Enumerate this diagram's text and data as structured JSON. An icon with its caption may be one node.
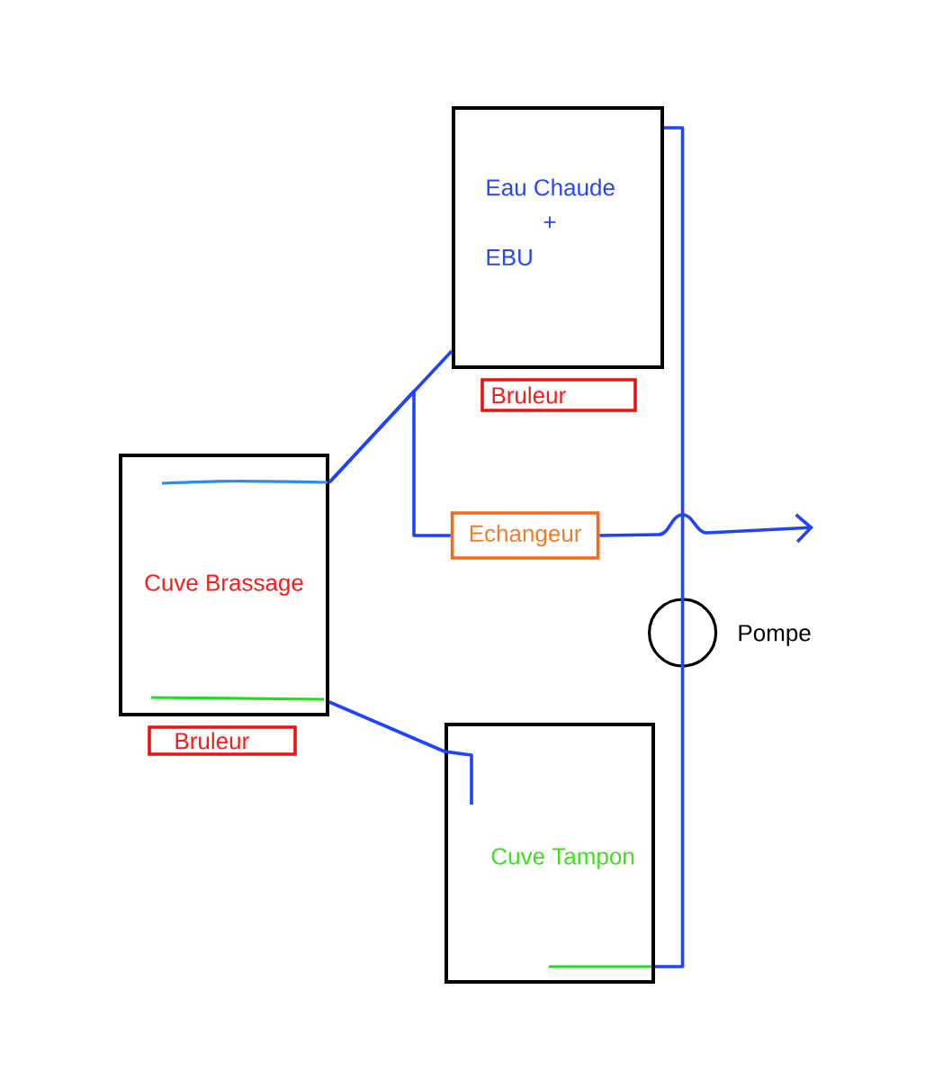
{
  "diagram": {
    "nodes": [
      {
        "text": [
          "Eau Chaude",
          "+",
          "EBU"
        ]
      },
      {
        "text": [
          "Bruleur"
        ]
      },
      {
        "text": [
          "Cuve Brassage"
        ]
      },
      {
        "text": [
          "Bruleur"
        ]
      },
      {
        "text": [
          "Echangeur"
        ]
      },
      {
        "text": [
          "Cuve Tampon"
        ]
      },
      {
        "text": [],
        "shape": "circle",
        "beside": [
          "Pompe"
        ]
      }
    ],
    "edges": [
      {
        "from": 2,
        "to": 0,
        "arrow": "none"
      },
      {
        "from": 2,
        "to": 4,
        "arrow": "none"
      },
      {
        "from": 4,
        "to": null,
        "arrow": "to"
      },
      {
        "from": 2,
        "to": 5,
        "arrow": "none"
      },
      {
        "from": 5,
        "to": 6,
        "arrow": "none"
      },
      {
        "from": 6,
        "to": 0,
        "arrow": "none"
      }
    ]
  }
}
